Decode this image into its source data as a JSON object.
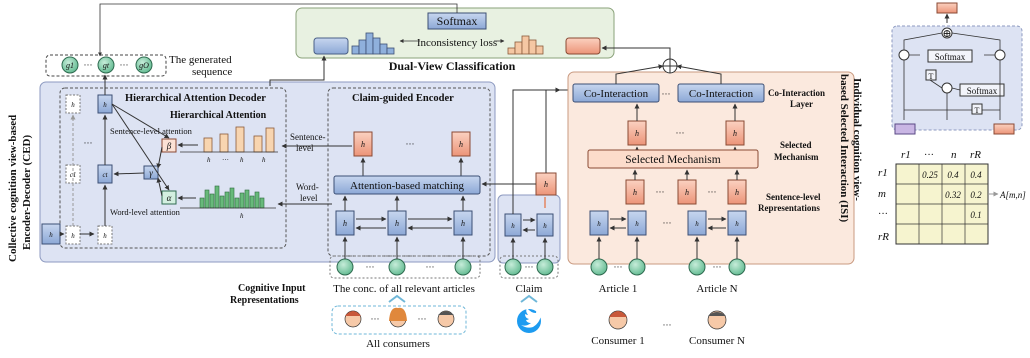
{
  "classifier": {
    "softmax": "Softmax",
    "loss": "Inconsistency loss",
    "caption": "Dual-View Classification"
  },
  "generated": {
    "tokens": [
      "g1",
      "gt",
      "gO"
    ],
    "caption_line1": "The generated",
    "caption_line2": "sequence"
  },
  "ced": {
    "vertical_line1": "Collective cognition view-based",
    "vertical_line2": "Encoder-Decoder (CED)",
    "decoder_title": "Hierarchical Attention Decoder",
    "attention_title": "Hierarchical Attention",
    "sentence_attention": "Sentence-level attention",
    "word_attention": "Word-level attention",
    "encoder_title": "Claim-guided Encoder",
    "sentence_level_1": "Sentence-",
    "sentence_level_2": "level",
    "word_level_1": "Word-",
    "word_level_2": "level",
    "matching": "Attention-based matching",
    "symbols": {
      "beta": "β",
      "gamma": "γ",
      "alpha": "α",
      "c1": "c1",
      "ct": "ct"
    }
  },
  "isi": {
    "vertical_line1": "Individual cognition view-",
    "vertical_line2": "based Selected Interaction (ISI)",
    "co_interaction": [
      "Co-Interaction",
      "Co-Interaction"
    ],
    "layer_1": "Co-Interaction",
    "layer_2": "Layer",
    "selected_mechanism": "Selected Mechanism",
    "selected_1": "Selected",
    "selected_2": "Mechanism",
    "sentence_reps_1": "Sentence-level",
    "sentence_reps_2": "Representations"
  },
  "inputs": {
    "cognitive_1": "Cognitive Input",
    "cognitive_2": "Representations",
    "articles_concat": "The conc. of all relevant articles",
    "claim": "Claim",
    "article_1": "Article 1",
    "article_n": "Article N",
    "all_consumers": "All consumers",
    "consumer_1": "Consumer 1",
    "consumer_n": "Consumer N",
    "ellipsis": "···"
  },
  "inset": {
    "softmax_a": "Softmax",
    "softmax_b": "Softmax",
    "transpose": "T",
    "plus": "⊕"
  },
  "matrix": {
    "col_headers": [
      "r1",
      "···",
      "n",
      "rR"
    ],
    "row_headers": [
      "r1",
      "m",
      "···",
      "rR"
    ],
    "cells": [
      [
        "0.25",
        "0.4",
        "0.4"
      ],
      [
        "",
        "0.32",
        "0.2"
      ],
      [
        "",
        "",
        "0.1"
      ]
    ],
    "output_label": "A[m,n]"
  },
  "colors": {
    "ced_panel": "#dde3f3",
    "isi_panel": "#fbe9de",
    "cls_panel": "#e8f1e1",
    "node_green": "#7fc9a8",
    "node_blue": "#9fb7dd",
    "node_orange": "#f2a58b",
    "matrix_fill": "#f6f4cf",
    "bar_green": "#67b97a",
    "bar_orange": "#f3c49a"
  }
}
